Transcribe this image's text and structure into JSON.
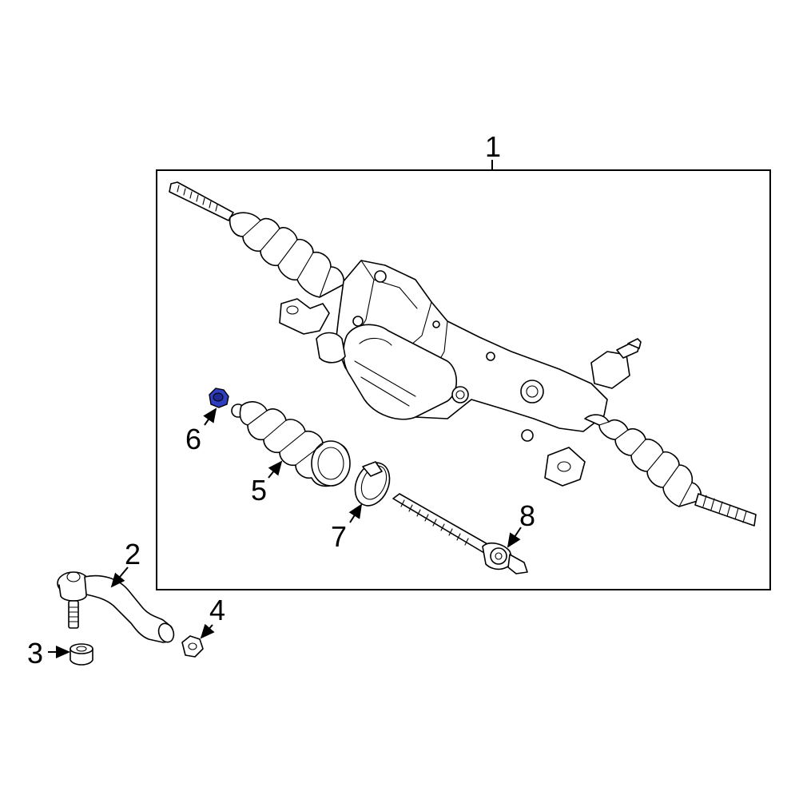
{
  "callouts": {
    "c1": "1",
    "c2": "2",
    "c3": "3",
    "c4": "4",
    "c5": "5",
    "c6": "6",
    "c7": "7",
    "c8": "8"
  },
  "colors": {
    "line": "#000000",
    "background": "#ffffff",
    "highlight": "#2f3dbf"
  },
  "highlighted_part": "6"
}
